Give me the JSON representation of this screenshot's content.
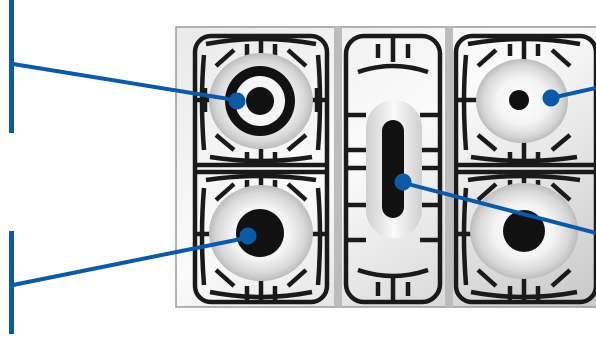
{
  "colors": {
    "callout": "#0b5aa8",
    "grate": "#1a1a1a",
    "steel_light": "#f1f1f1",
    "steel_mid": "#cfcfcf",
    "steel_dark": "#9a9a9a",
    "burner_cap": "#111111"
  },
  "cooktop": {
    "layout": "three-column",
    "burners": [
      {
        "name": "dual-ring-burner",
        "column": "left",
        "position": "top",
        "style": "dual-ring"
      },
      {
        "name": "large-burner-left",
        "column": "left",
        "position": "bottom",
        "style": "large"
      },
      {
        "name": "fish-burner",
        "column": "middle",
        "position": "center",
        "style": "elongated"
      },
      {
        "name": "small-burner",
        "column": "right",
        "position": "top",
        "style": "small"
      },
      {
        "name": "large-burner-right",
        "column": "right",
        "position": "bottom",
        "style": "large"
      }
    ],
    "callouts": [
      {
        "target": "dual-ring-burner",
        "side": "left"
      },
      {
        "target": "large-burner-left",
        "side": "left"
      },
      {
        "target": "fish-burner",
        "side": "right"
      },
      {
        "target": "small-burner",
        "side": "right"
      }
    ]
  }
}
